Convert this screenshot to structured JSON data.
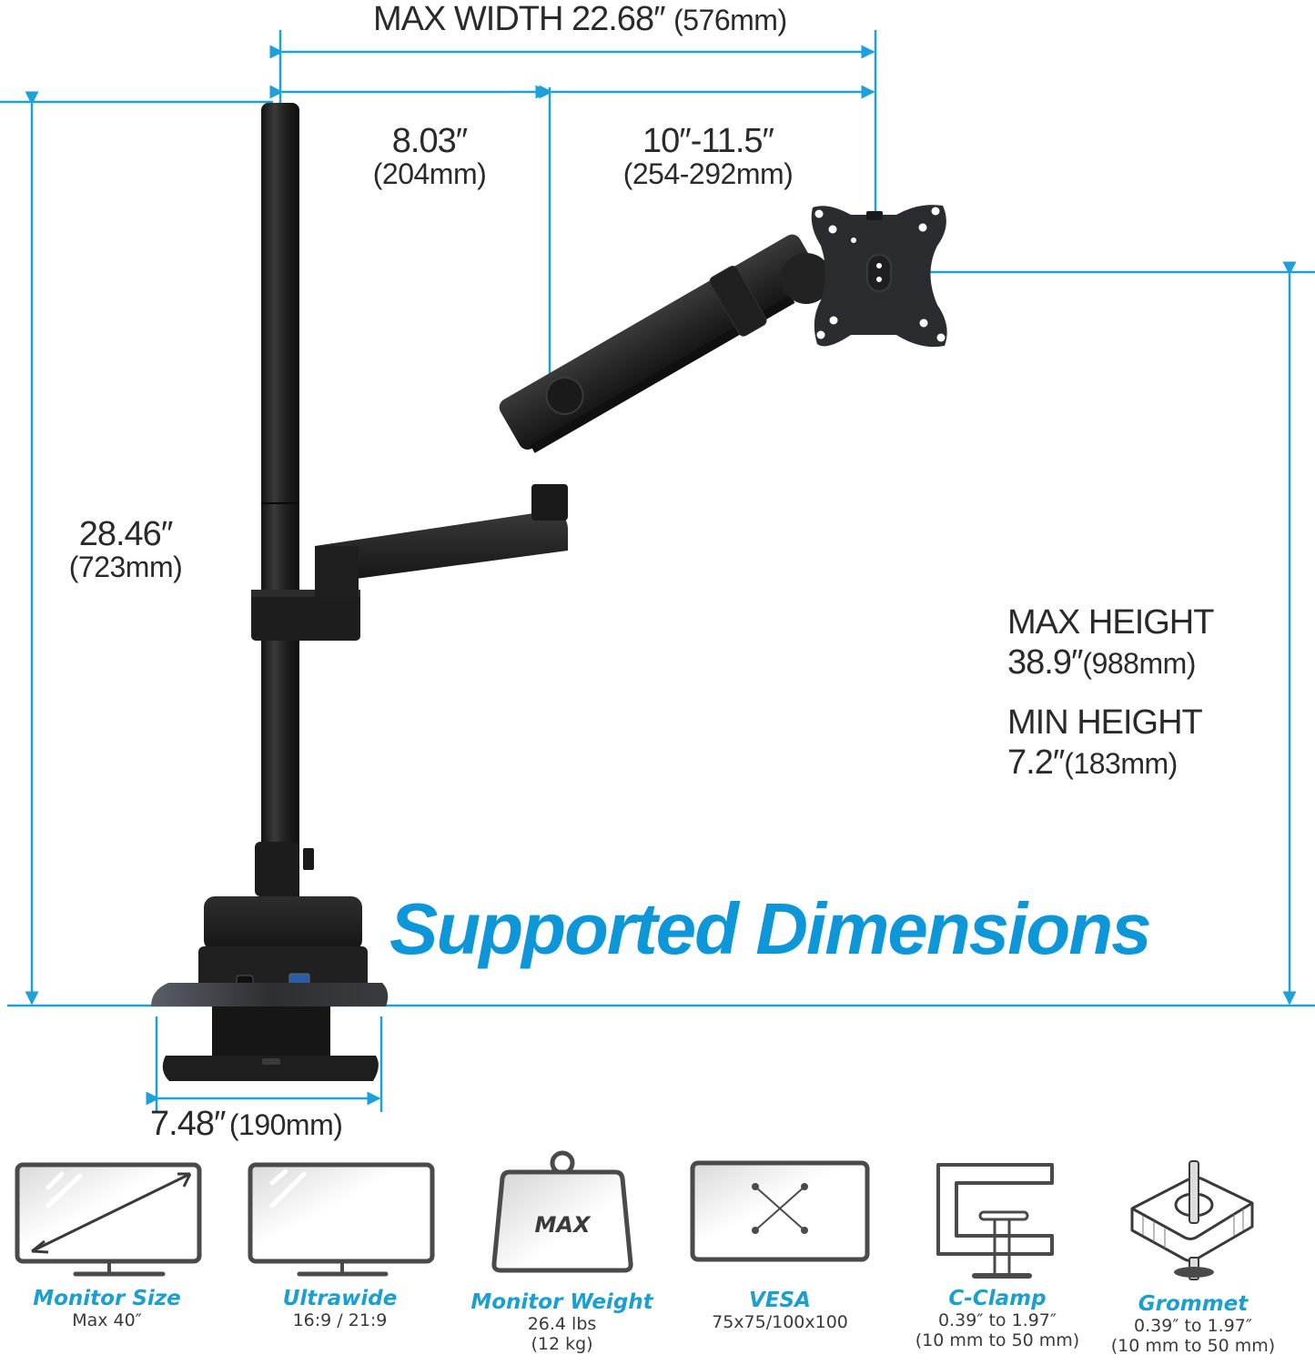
{
  "colors": {
    "accent_blue": "#1ea0d8",
    "headline_blue": "#0e97d8",
    "text_dark": "#2a2a2a",
    "product_black": "#1c1c1c",
    "icon_gray": "#4a4a4a"
  },
  "dimensions": {
    "max_width": {
      "label": "MAX WIDTH 22.68″",
      "metric": "(576mm)"
    },
    "arm_inner": {
      "imperial": "8.03″",
      "metric": "(204mm)"
    },
    "arm_outer": {
      "imperial": "10″-11.5″",
      "metric": "(254-292mm)"
    },
    "pole_height": {
      "imperial": "28.46″",
      "metric": "(723mm)"
    },
    "max_height": {
      "label": "MAX HEIGHT",
      "imperial": "38.9″",
      "metric": "(988mm)"
    },
    "min_height": {
      "label": "MIN HEIGHT",
      "imperial": "7.2″",
      "metric": "(183mm)"
    },
    "base_width": {
      "imperial": "7.48″",
      "metric": "(190mm)"
    }
  },
  "headline": "Supported Dimensions",
  "specs": [
    {
      "icon": "monitor-diagonal-icon",
      "title": "Monitor Size",
      "lines": [
        "Max 40″"
      ]
    },
    {
      "icon": "ultrawide-monitor-icon",
      "title": "Ultrawide",
      "lines": [
        "16:9 / 21:9"
      ]
    },
    {
      "icon": "weight-icon",
      "icon_text": "MAX",
      "title": "Monitor Weight",
      "lines": [
        "26.4 lbs",
        "(12 kg)"
      ]
    },
    {
      "icon": "vesa-pattern-icon",
      "title": "VESA",
      "lines": [
        "75x75/100x100"
      ]
    },
    {
      "icon": "c-clamp-icon",
      "title": "C-Clamp",
      "lines": [
        "0.39″ to 1.97″",
        "(10 mm to 50 mm)"
      ]
    },
    {
      "icon": "grommet-icon",
      "title": "Grommet",
      "lines": [
        "0.39″ to 1.97″",
        "(10 mm to 50 mm)"
      ]
    }
  ]
}
